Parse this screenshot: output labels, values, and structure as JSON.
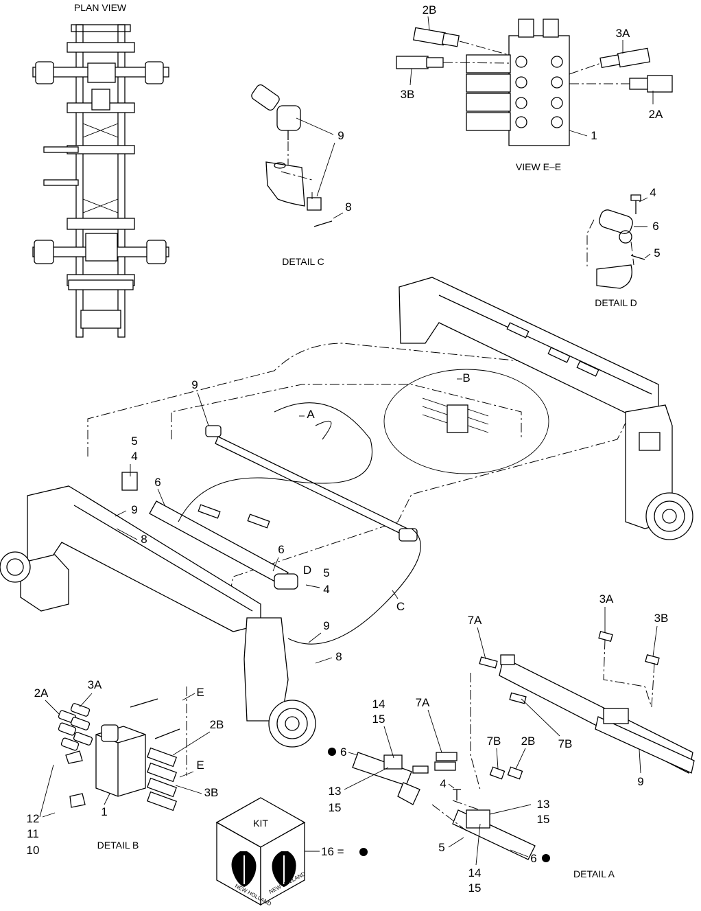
{
  "captions": {
    "plan_view": "PLAN VIEW",
    "detail_c": "DETAIL C",
    "view_ee": "VIEW E–E",
    "detail_d": "DETAIL D",
    "detail_b": "DETAIL B",
    "detail_a": "DETAIL A"
  },
  "kit": {
    "label": "KIT",
    "brand": "NEW HOLLAND",
    "callout": "16 =",
    "logo_icon": "new-holland-leaf-logo"
  },
  "callouts": {
    "view_ee": [
      "2B",
      "3B",
      "3A",
      "2A",
      "1"
    ],
    "detail_c": [
      "9",
      "8"
    ],
    "detail_d": [
      "4",
      "6",
      "5"
    ],
    "main": [
      "9",
      "A",
      "B",
      "5",
      "4",
      "6",
      "9",
      "8",
      "6",
      "D",
      "5",
      "4",
      "C",
      "9",
      "8"
    ],
    "detail_b": [
      "2A",
      "3A",
      "2B",
      "E",
      "E",
      "3B",
      "1",
      "12",
      "11",
      "10"
    ],
    "detail_a": [
      "3A",
      "3B",
      "7A",
      "7A",
      "7B",
      "2B",
      "7B",
      "9",
      "14",
      "15",
      "6",
      "13",
      "15",
      "4",
      "13",
      "15",
      "5",
      "6",
      "14",
      "15"
    ]
  }
}
